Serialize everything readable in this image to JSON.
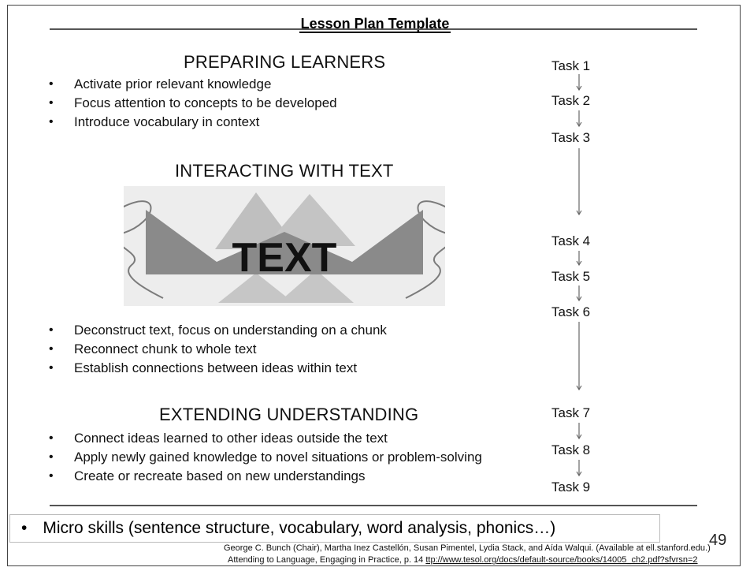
{
  "title": "Lesson Plan Template",
  "sections": [
    {
      "heading": "PREPARING LEARNERS",
      "bullets": [
        "Activate prior relevant knowledge",
        "Focus attention to concepts to be developed",
        "Introduce vocabulary in context"
      ]
    },
    {
      "heading": "INTERACTING WITH TEXT",
      "graphic_text": "TEXT",
      "bullets": [
        "Deconstruct text, focus on understanding on a chunk",
        "Reconnect chunk to whole text",
        "Establish connections between ideas within text"
      ]
    },
    {
      "heading": "EXTENDING UNDERSTANDING",
      "bullets": [
        "Connect ideas learned to other ideas outside the text",
        "Apply newly gained knowledge to novel situations or problem-solving",
        "Create or recreate based on new understandings"
      ]
    }
  ],
  "tasks": [
    "Task 1",
    "Task 2",
    "Task 3",
    "Task 4",
    "Task 5",
    "Task 6",
    "Task 7",
    "Task 8",
    "Task 9"
  ],
  "micro_skills": "Micro skills (sentence structure, vocabulary, word analysis, phonics…)",
  "citation": {
    "line1": "George C. Bunch (Chair), Martha Inez Castellón, Susan Pimentel, Lydia Stack, and Aída Walqui. (Available at ell.stanford.edu.)",
    "line2_text": "Attending to Language, Engaging in Practice, p. 14 ",
    "line2_link": "ttp://www.tesol.org/docs/default-source/books/14005_ch2.pdf?sfvrsn=2"
  },
  "page_number": "49"
}
